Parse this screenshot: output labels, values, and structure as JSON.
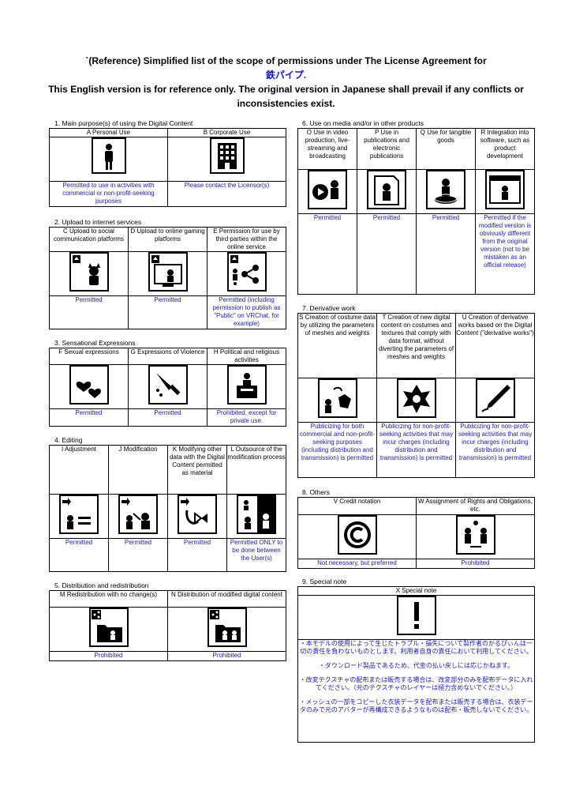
{
  "header": {
    "line1": "`(Reference) Simplified list of the scope of permissions under The License Agreement for",
    "product": "鉄パイプ.",
    "line3": "This English version is for reference only. The original version in Japanese shall prevail if any conflicts or inconsistencies exist."
  },
  "s1": {
    "title": "1. Main purpose(s) of using the Digital Content",
    "items": [
      {
        "label": "A Personal Use",
        "icon": "person-icon",
        "status": "Permitted to use in activities with commercial or non-profit-seeking purposes"
      },
      {
        "label": "B  Corporate Use",
        "icon": "building-icon",
        "status": "Please contact the Licensor(s)"
      }
    ]
  },
  "s2": {
    "title": "2. Upload to internet services",
    "items": [
      {
        "label": "C Upload to social communication platforms",
        "icon": "social-upload-icon",
        "status": "Permitted"
      },
      {
        "label": "D Upload to online gaming platforms",
        "icon": "game-upload-icon",
        "status": "Permitted"
      },
      {
        "label": "E Permission for use by third parties within the online service",
        "icon": "share-icon",
        "status": "Permitted (including permission to publish as \"Public\" on VRChat, for example)"
      }
    ]
  },
  "s3": {
    "title": "3. Sensational Expressions",
    "items": [
      {
        "label": "F Sexual expressions",
        "icon": "hearts-icon",
        "status": "Permitted"
      },
      {
        "label": "G Expressions of Violence",
        "icon": "knife-icon",
        "status": "Permitted"
      },
      {
        "label": "H Political and religious activities",
        "icon": "podium-icon",
        "status": "Prohibited, except for private use."
      }
    ]
  },
  "s4": {
    "title": "4. Editing",
    "items": [
      {
        "label": "I Adjustment",
        "icon": "adjust-icon",
        "status": "Permitted"
      },
      {
        "label": "J Modification",
        "icon": "modify-icon",
        "status": "Permitted"
      },
      {
        "label": "K Modifying other data with the Digital Content permitted as material",
        "icon": "material-icon",
        "status": "Permitted"
      },
      {
        "label": "L Outsource of the modification process",
        "icon": "outsource-icon",
        "status": "Permitted ONLY to be done between the User(s)"
      }
    ]
  },
  "s5": {
    "title": "5. Distribution and redistribution",
    "items": [
      {
        "label": "M Redistribution with no change(s)",
        "icon": "redistribute-icon",
        "status": "Prohibited"
      },
      {
        "label": "N Distribution of modified digital content",
        "icon": "distribute-modified-icon",
        "status": "Prohibited"
      }
    ]
  },
  "s6": {
    "title": "6. Use on media and/or in other products",
    "items": [
      {
        "label": "O Use in video production, live-streaming and broadcasting",
        "icon": "video-icon",
        "status": "Permitted"
      },
      {
        "label": "P Use in publications and electronic publications",
        "icon": "publication-icon",
        "status": "Permitted"
      },
      {
        "label": "Q Use for tangible goods",
        "icon": "goods-icon",
        "status": "Permitted"
      },
      {
        "label": "R Integration into software, such as product development",
        "icon": "software-icon",
        "status": "Permitted if the modified version is obviously different from the original version (not to be mistaken as an official release)"
      }
    ]
  },
  "s7": {
    "title": "7. Derivative work",
    "items": [
      {
        "label": "S Creation of costume data by utilizing the parameters of meshes and weights",
        "icon": "costume-icon",
        "status": "Publicizing for both commercial and non-profit-seeking purposes (including distribution and transmission) is permitted"
      },
      {
        "label": "T Creation of new digital content on costumes and textures that comply with data format, without diverting the parameters of meshes and weights",
        "icon": "texture-icon",
        "status": "Publicizing for non-profit-seeking activities that may incur charges (including distribution and transmission) is permitted"
      },
      {
        "label": "U Creation of derivative works based on the Digital Content (\"derivative works\")",
        "icon": "pen-icon",
        "status": "Publicizing for non-profit-seeking activities that may incur charges (including distribution and transmission) is permitted"
      }
    ]
  },
  "s8": {
    "title": "8. Others",
    "items": [
      {
        "label": "V Credit notation",
        "icon": "copyright-icon",
        "status": "Not necessary, but preferred"
      },
      {
        "label": "W Assignment of Rights and Obligations, etc.",
        "icon": "assignment-icon",
        "status": "Prohibited"
      }
    ]
  },
  "s9": {
    "title": "9. Special note",
    "label": "X Special note",
    "icon": "exclamation-icon",
    "notes": [
      "・本モデルの使用によって生じたトラブル・損失について製作者のかるぴぃんは一切の責任を負わないものとします。利用者自身の責任において利用してください。",
      "・ダウンロード製品であるため、代金の払い戻しには応じかねます。",
      "・改変テクスチャの配布または販売する場合は、改変部分のみを配布データに入れてください。（元のテクスチャのレイヤーは極力含めないでください。）",
      "・メッシュの一部をコピーした衣装データを配布または販売する場合は、衣装データのみで元のアバターが再構成できるようなものは配布・販売しないでください。"
    ]
  }
}
